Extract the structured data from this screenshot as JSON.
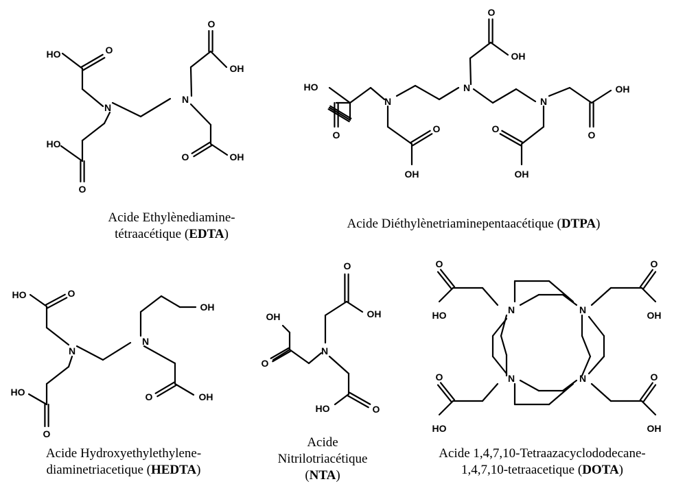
{
  "atoms": {
    "oh": "OH",
    "ho": "HO",
    "o": "O",
    "n": "N"
  },
  "molecules": {
    "edta": {
      "caption_line1": "Acide Ethylènediamine-",
      "caption_line2": "tétraacétique (",
      "abbr": "EDTA",
      "close": ")"
    },
    "dtpa": {
      "caption_line1": "Acide Diéthylènetriaminepentaacétique (",
      "abbr": "DTPA",
      "close": ")"
    },
    "hedta": {
      "caption_line1": "Acide Hydroxyethylethylene-",
      "caption_line2": "diaminetriacetique (",
      "abbr": "HEDTA",
      "close": ")"
    },
    "nta": {
      "caption_line1": "Acide",
      "caption_line2": "Nitrilotriacétique",
      "caption_line3": "(",
      "abbr": "NTA",
      "close": ")"
    },
    "dota": {
      "caption_line1": "Acide 1,4,7,10-Tetraazacyclododecane-",
      "caption_line2": "1,4,7,10-tetraacetique (",
      "abbr": "DOTA",
      "close": ")"
    }
  }
}
